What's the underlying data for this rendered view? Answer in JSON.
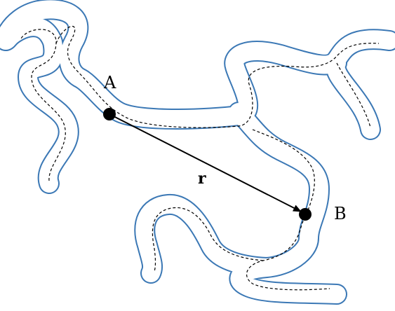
{
  "diagram": {
    "point_a_label": "A",
    "point_b_label": "B",
    "vector_label": "r"
  },
  "colors": {
    "tube_outline": "#3b78b5",
    "tube_fill": "#ffffff",
    "path_dashed": "#000000",
    "vector_arrow": "#000000",
    "point_marker": "#000000"
  }
}
